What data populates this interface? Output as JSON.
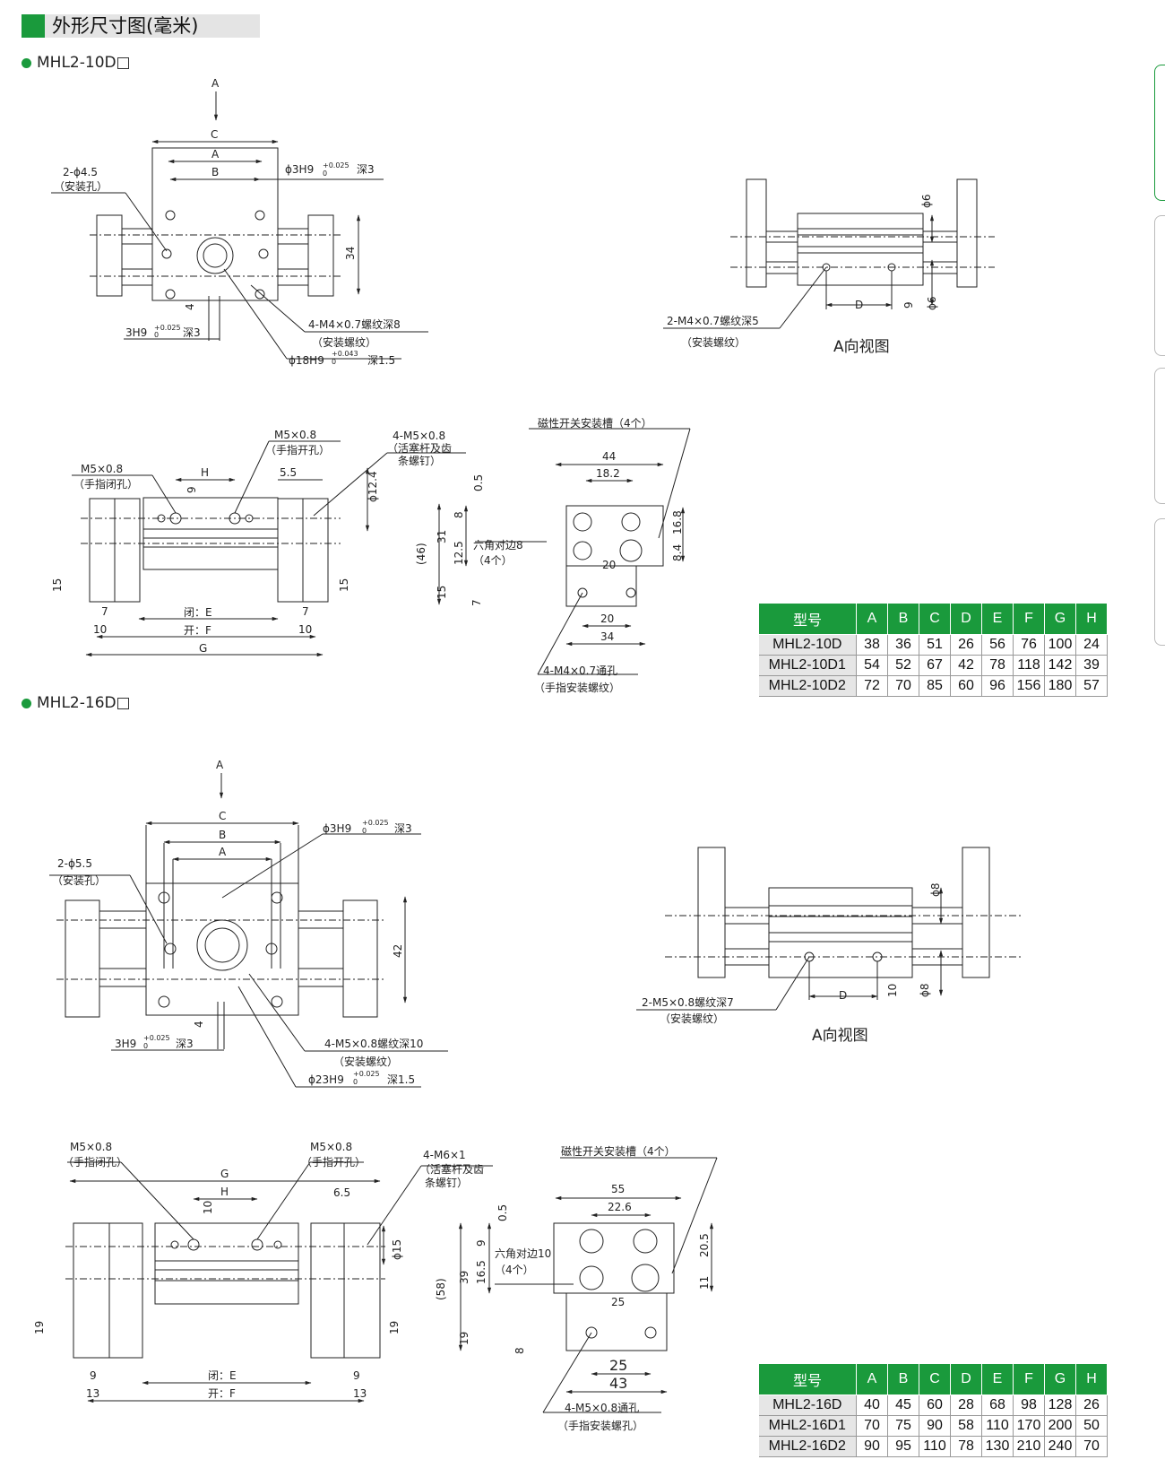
{
  "header": {
    "title": "外形尺寸图(毫米)"
  },
  "section1": {
    "model": "MHL2-10D",
    "top": {
      "arrow": "A",
      "c": "C",
      "a": "A",
      "b": "B",
      "mount": "2-ϕ4.5",
      "mount_note": "（安装孔）",
      "pin": "ϕ3H9",
      "pin_tol": "+0.025",
      "pin_tol2": "0",
      "pin_depth": "深3",
      "dim34": "34",
      "dim4": "4",
      "pin2": "3H9",
      "pin2_tol": "+0.025",
      "pin2_tol2": "0",
      "pin2_depth": "深3",
      "thread": "4-M4×0.7螺纹深8",
      "thread_note": "（安装螺纹）",
      "bore": "ϕ18H9",
      "bore_tol": "+0.043",
      "bore_tol2": "0",
      "bore_depth": "深1.5"
    },
    "side": {
      "d_phi6a": "ϕ6",
      "d_phi6b": "ϕ6",
      "d9": "9",
      "dD": "D",
      "thread": "2-M4×0.7螺纹深5",
      "thread_note": "（安装螺纹）",
      "view": "A向视图"
    },
    "front": {
      "close_port": "M5×0.8",
      "close_note": "（手指闭孔）",
      "open_port": "M5×0.8",
      "open_note": "（手指开孔）",
      "rod": "4-M5×0.8",
      "rod_note1": "（活塞杆及齿",
      "rod_note2": "条螺钉）",
      "dH": "H",
      "d9": "9",
      "d55": "5.5",
      "d124": "ϕ12.4",
      "d15a": "15",
      "d15b": "15",
      "d7a": "7",
      "d7b": "7",
      "d10a": "10",
      "d10b": "10",
      "closed": "闭：E",
      "opened": "开：F",
      "dG": "G"
    },
    "end": {
      "slot": "磁性开关安装槽（4个）",
      "d44": "44",
      "d182": "18.2",
      "d05": "0.5",
      "d8": "8",
      "d31": "31",
      "d125": "12.5",
      "d46": "(46)",
      "d15": "15",
      "d7": "7",
      "hex": "六角对边8",
      "hex_note": "（4个）",
      "d20a": "20",
      "d168": "16.8",
      "d84": "8.4",
      "d20b": "20",
      "d34": "34",
      "thread": "4-M4×0.7通孔",
      "thread_note": "（手指安装螺纹）"
    },
    "table": {
      "headers": [
        "型号",
        "A",
        "B",
        "C",
        "D",
        "E",
        "F",
        "G",
        "H"
      ],
      "rows": [
        [
          "MHL2-10D",
          "38",
          "36",
          "51",
          "26",
          "56",
          "76",
          "100",
          "24"
        ],
        [
          "MHL2-10D1",
          "54",
          "52",
          "67",
          "42",
          "78",
          "118",
          "142",
          "39"
        ],
        [
          "MHL2-10D2",
          "72",
          "70",
          "85",
          "60",
          "96",
          "156",
          "180",
          "57"
        ]
      ]
    }
  },
  "section2": {
    "model": "MHL2-16D",
    "top": {
      "arrow": "A",
      "c": "C",
      "b": "B",
      "a": "A",
      "mount": "2-ϕ5.5",
      "mount_note": "（安装孔）",
      "pin": "ϕ3H9",
      "pin_tol": "+0.025",
      "pin_tol2": "0",
      "pin_depth": "深3",
      "dim42": "42",
      "dim4": "4",
      "pin2": "3H9",
      "pin2_tol": "+0.025",
      "pin2_tol2": "0",
      "pin2_depth": "深3",
      "thread": "4-M5×0.8螺纹深10",
      "thread_note": "（安装螺纹）",
      "bore": "ϕ23H9",
      "bore_tol": "+0.025",
      "bore_tol2": "0",
      "bore_depth": "深1.5"
    },
    "side": {
      "d_phi8a": "ϕ8",
      "d_phi8b": "ϕ8",
      "d10": "10",
      "dD": "D",
      "thread": "2-M5×0.8螺纹深7",
      "thread_note": "（安装螺纹）",
      "view": "A向视图"
    },
    "front": {
      "close_port": "M5×0.8",
      "close_note": "（手指闭孔）",
      "open_port": "M5×0.8",
      "open_note": "（手指开孔）",
      "rod": "4-M6×1",
      "rod_note1": "（活塞杆及齿",
      "rod_note2": "条螺钉）",
      "dG": "G",
      "dH": "H",
      "d10": "10",
      "d65": "6.5",
      "d15": "ϕ15",
      "d19a": "19",
      "d19b": "19",
      "d9a": "9",
      "d9b": "9",
      "d13a": "13",
      "d13b": "13",
      "closed": "闭：E",
      "opened": "开：F"
    },
    "end": {
      "slot": "磁性开关安装槽（4个）",
      "d55": "55",
      "d226": "22.6",
      "d05": "0.5",
      "d9": "9",
      "d39": "39",
      "d165": "16.5",
      "d58": "(58)",
      "d19": "19",
      "d8": "8",
      "hex": "六角对边10",
      "hex_note": "（4个）",
      "d25a": "25",
      "d205": "20.5",
      "d11": "11",
      "d25b": "25",
      "d43": "43",
      "thread": "4-M5×0.8通孔",
      "thread_note": "（手指安装螺孔）"
    },
    "table": {
      "headers": [
        "型号",
        "A",
        "B",
        "C",
        "D",
        "E",
        "F",
        "G",
        "H"
      ],
      "rows": [
        [
          "MHL2-16D",
          "40",
          "45",
          "60",
          "28",
          "68",
          "98",
          "128",
          "26"
        ],
        [
          "MHL2-16D1",
          "70",
          "75",
          "90",
          "58",
          "110",
          "170",
          "200",
          "50"
        ],
        [
          "MHL2-16D2",
          "90",
          "95",
          "110",
          "78",
          "130",
          "210",
          "240",
          "70"
        ]
      ]
    }
  }
}
